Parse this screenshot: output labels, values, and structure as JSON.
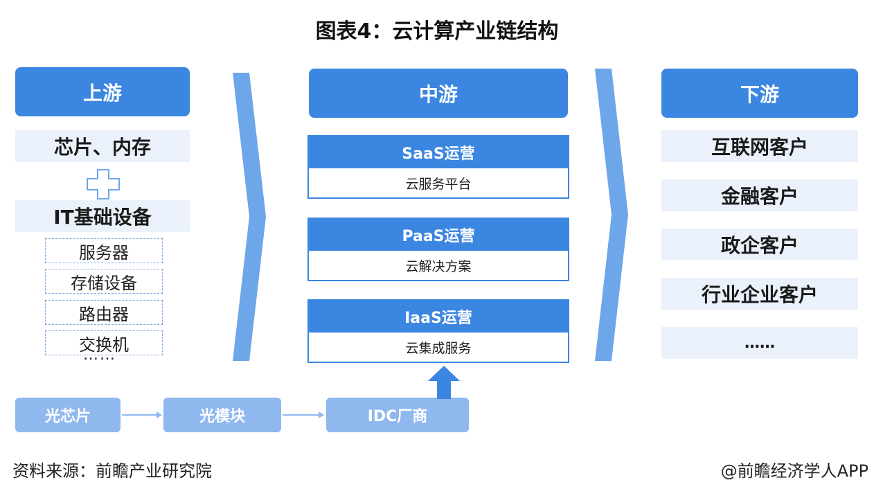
{
  "title": "图表4：云计算产业链结构",
  "upstream": {
    "header": "上游",
    "chips": "芯片、内存",
    "it_infra": "IT基础设备",
    "devices": [
      "服务器",
      "存储设备",
      "路由器",
      "交换机"
    ],
    "more": "……"
  },
  "midstream": {
    "header": "中游",
    "ops": [
      {
        "title": "SaaS运营",
        "desc": "云服务平台"
      },
      {
        "title": "PaaS运营",
        "desc": "云解决方案"
      },
      {
        "title": "IaaS运营",
        "desc": "云集成服务"
      }
    ]
  },
  "downstream": {
    "header": "下游",
    "customers": [
      "互联网客户",
      "金融客户",
      "政企客户",
      "行业企业客户",
      "……"
    ]
  },
  "supply_chain": [
    "光芯片",
    "光模块",
    "IDC厂商"
  ],
  "footer": {
    "source": "资料来源：前瞻产业研究院",
    "credit": "@前瞻经济学人APP"
  },
  "colors": {
    "primary": "#3b86e0",
    "light_fill": "#eaf1fb",
    "chain_fill": "#8fb8ee",
    "chevron": "#6ea6ea"
  }
}
